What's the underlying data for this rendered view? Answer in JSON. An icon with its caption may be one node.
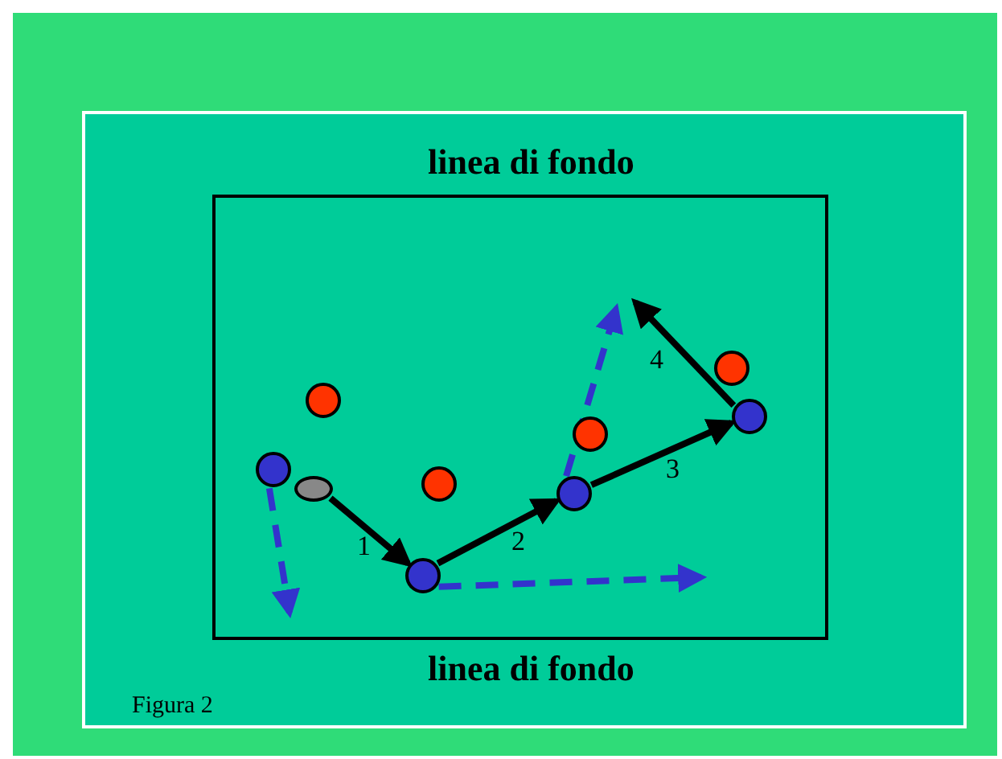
{
  "diagram": {
    "nodes": [
      {
        "text": [],
        "shape": "circle"
      },
      {
        "text": [],
        "shape": "ellipse"
      },
      {
        "text": [],
        "shape": "circle"
      },
      {
        "text": [],
        "shape": "circle"
      },
      {
        "text": [],
        "shape": "circle"
      },
      {
        "text": [],
        "shape": "circle"
      },
      {
        "text": [],
        "shape": "circle"
      },
      {
        "text": [],
        "shape": "circle"
      },
      {
        "text": [],
        "shape": "circle"
      }
    ],
    "edges": [
      {
        "from": 1,
        "to": 3,
        "arrow": "to",
        "label": "1"
      },
      {
        "from": 3,
        "to": 5,
        "arrow": "to",
        "label": "2"
      },
      {
        "from": 5,
        "to": 8,
        "arrow": "to",
        "label": "3"
      },
      {
        "from": 8,
        "to": null,
        "arrow": "to",
        "label": "4"
      },
      {
        "from": 0,
        "to": null,
        "arrow": "to",
        "style": "dashed",
        "color": "#3333cc"
      },
      {
        "from": 3,
        "to": null,
        "arrow": "to",
        "style": "dashed",
        "color": "#3333cc"
      },
      {
        "from": 5,
        "to": null,
        "arrow": "to",
        "style": "dashed",
        "color": "#3333cc"
      }
    ],
    "labels": [
      "linea di fondo",
      "linea di fondo",
      "Figura 2"
    ]
  }
}
